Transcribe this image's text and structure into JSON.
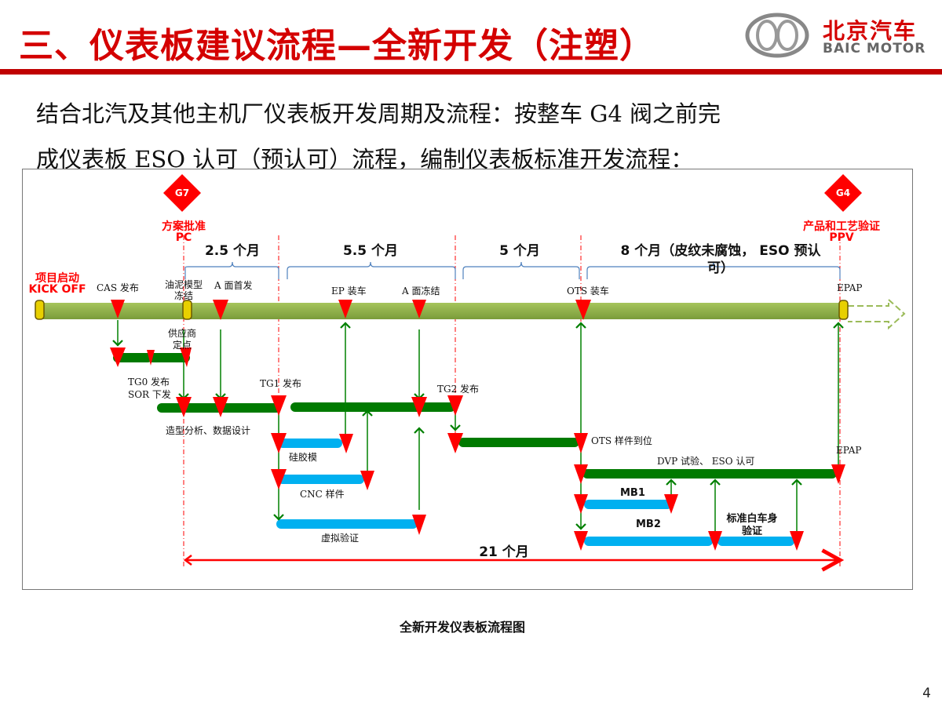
{
  "slide": {
    "title": "三、仪表板建议流程—全新开发（注塑）",
    "body_lines": [
      "结合北汽及其他主机厂仪表板开发周期及流程：按整车 G4 阀之前完",
      "成仪表板 ESO 认可（预认可）流程，编制仪表板标准开发流程："
    ],
    "caption": "全新开发仪表板流程图",
    "page_number": "4"
  },
  "logo": {
    "cn": "北京汽车",
    "en": "BAIC MOTOR"
  },
  "colors": {
    "title": "#d40000",
    "main_bar": "#8db04a",
    "task_bar": "#007a00",
    "sub_bar": "#00b0f0",
    "milestone": "#ff0000"
  },
  "diagram": {
    "gates": [
      {
        "id": "G7",
        "name": "方案批准",
        "code": "PC"
      },
      {
        "id": "G4",
        "name": "产品和工艺验证",
        "code": "PPV"
      }
    ],
    "kickoff": {
      "name": "项目启动",
      "code": "KICK OFF"
    },
    "durations": [
      "2.5 个月",
      "5.5 个月",
      "5 个月",
      "8 个月（皮纹未腐蚀， ESO 预认",
      "可）"
    ],
    "total": "21 个月",
    "milestones": {
      "cas": "CAS 发布",
      "clay": "油泥模型",
      "clay2": "冻结",
      "a_first": "A 面首发",
      "ep": "EP 装车",
      "a_freeze": "A 面冻结",
      "ots": "OTS 装车",
      "epap": "EPAP",
      "supplier": "供应商",
      "supplier2": "定点",
      "tg0": "TG0 发布",
      "sor": "SOR 下发",
      "tg1": "TG1 发布",
      "tg2": "TG2 发布",
      "design": "造型分析、数据设计",
      "silicone": "硅胶模",
      "cnc": "CNC 样件",
      "virtual": "虚拟验证",
      "ots_sample": "OTS 样件到位",
      "epap2": "EPAP",
      "dvp": "DVP 试验、 ESO 认可",
      "mb1": "MB1",
      "mb2": "MB2",
      "std_body": "标准白车身",
      "std_body2": "验证"
    }
  }
}
